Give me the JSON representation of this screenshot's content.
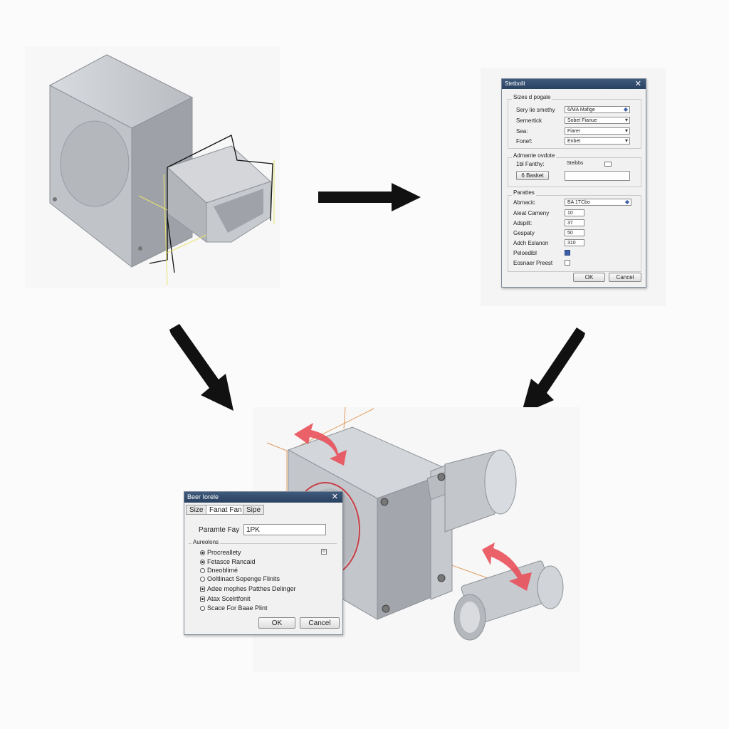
{
  "dialog_top": {
    "title": "Stetbolit",
    "group1_title": "Sizes d pogale",
    "rows1": [
      {
        "label": "Sery lie smethy",
        "value": "6/MA Mafige"
      },
      {
        "label": "Sernertick",
        "value": "Sobet Fianue"
      },
      {
        "label": "Sea:",
        "value": "Fiarer"
      },
      {
        "label": "Fonef:",
        "value": "Enbet"
      }
    ],
    "group2_title": "Admante ovdote",
    "row2_label": "1bl Fanthy:",
    "row2_value": "Steibbs",
    "row2_button": "6 Basket",
    "group3_title": "Parattes",
    "rows3": [
      {
        "label": "Abmacic",
        "value": "BA 1TCbo"
      },
      {
        "label": "Aleat Cameny",
        "value": "10"
      },
      {
        "label": "Adspilt:",
        "value": "37"
      },
      {
        "label": "Gespaty",
        "value": "50"
      },
      {
        "label": "Adch Eslanon",
        "value": "310"
      }
    ],
    "check_rows": [
      {
        "label": "Peloedibl",
        "checked": true
      },
      {
        "label": "Eosnaer Preest",
        "checked": false
      }
    ],
    "ok_label": "OK",
    "cancel_label": "Cancel"
  },
  "dialog_bottom": {
    "title": "Beer Iorele",
    "tabs": [
      "Size",
      "Fanat Fan",
      "Sipe"
    ],
    "param_label": "Paramte Fay",
    "param_value": "1PK",
    "group_title": "Aureolons",
    "options": [
      {
        "label": "Procreallety",
        "type": "radio",
        "checked": true
      },
      {
        "label": "Fetasce Rancaid",
        "type": "radio",
        "checked": true
      },
      {
        "label": "Dneoblimé",
        "type": "radio",
        "checked": false
      },
      {
        "label": "Ooltlinact Sopenge Flinits",
        "type": "radio",
        "checked": false
      },
      {
        "label": "Adee mophes Patthes Delinger",
        "type": "check",
        "checked": true
      },
      {
        "label": "Atax Scelrtfonit",
        "type": "check",
        "checked": true
      },
      {
        "label": "Scace For Baae Plint",
        "type": "radio",
        "checked": false
      }
    ],
    "side_check": "0",
    "ok_label": "OK",
    "cancel_label": "Cancel"
  },
  "colors": {
    "accent_red": "#e8505a",
    "titlebar": "#34506f",
    "metal": "#c4c7cc"
  },
  "icons": [
    "arrow-right-icon",
    "arrow-down-right-icon",
    "arrow-down-left-icon",
    "close-icon"
  ]
}
